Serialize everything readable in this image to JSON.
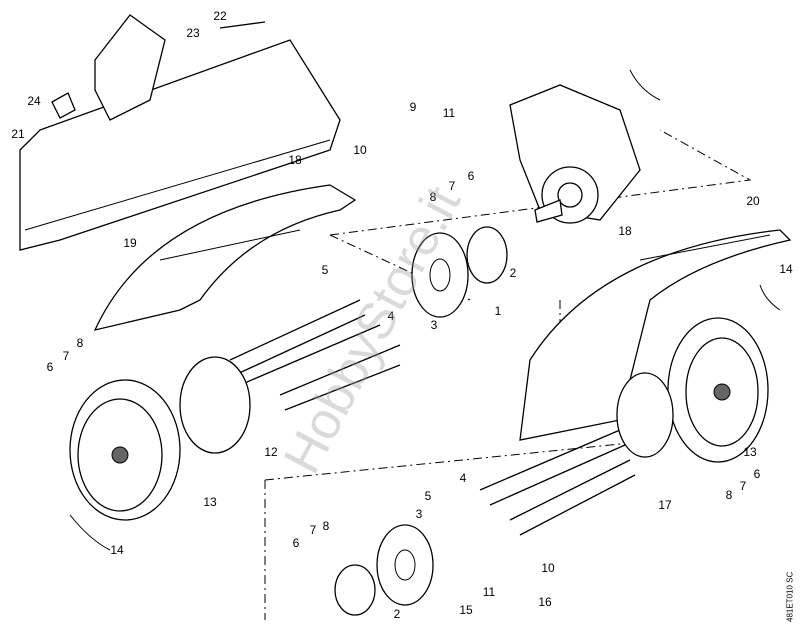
{
  "diagram": {
    "callouts": [
      "22",
      "23",
      "24",
      "21",
      "9",
      "11",
      "10",
      "6",
      "7",
      "8",
      "18",
      "18",
      "20",
      "19",
      "5",
      "2",
      "4",
      "3",
      "1",
      "14",
      "8",
      "7",
      "6",
      "12",
      "13",
      "13",
      "6",
      "7",
      "8",
      "17",
      "4",
      "5",
      "3",
      "14",
      "8",
      "7",
      "6",
      "10",
      "11",
      "16",
      "2",
      "15"
    ],
    "drawing_code": "481ET010 SC",
    "watermark": "HobbyStore.it"
  }
}
